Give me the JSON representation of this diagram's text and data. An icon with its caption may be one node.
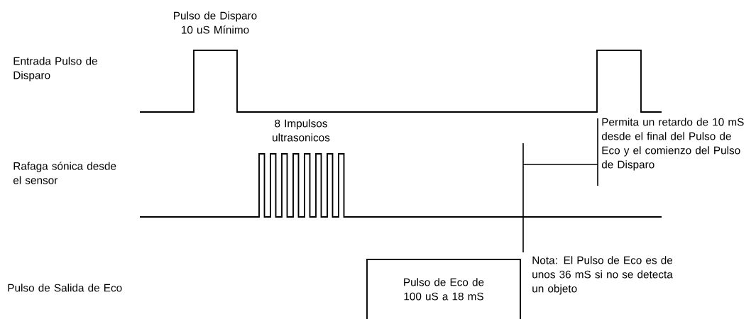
{
  "diagram": {
    "labels": [
      "Pulso de Disparo 10 uS Mínimo",
      "Entrada Pulso de Disparo",
      "8 Impulsos ultrasonicos",
      "Permita un retardo de 10 mS desde el final del Pulso de Eco y el comienzo del Pulso de Disparo",
      "Rafaga sónica desde el sensor",
      "Nota: El Pulso de Eco es de unos 36 mS si no se detecta un objeto",
      "Pulso de Eco de 100 uS a 18 mS",
      "Pulso de Salida de Eco"
    ]
  }
}
